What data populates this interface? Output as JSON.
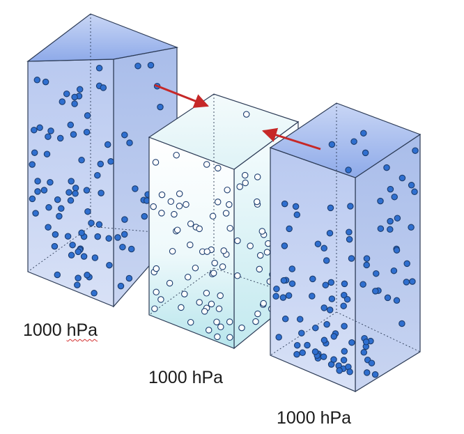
{
  "columns": [
    {
      "id": "left",
      "pressure_value": "1000",
      "pressure_unit": "hPa",
      "fill": "blue-gradient",
      "particle_color": "#2f6fcf",
      "spellcheck_underline_on_unit": true
    },
    {
      "id": "middle",
      "pressure_value": "1000",
      "pressure_unit": "hPa",
      "fill": "cyan-gradient",
      "particle_color": "#ffffff",
      "spellcheck_underline_on_unit": false
    },
    {
      "id": "right",
      "pressure_value": "1000",
      "pressure_unit": "hPa",
      "fill": "blue-gradient",
      "particle_color": "#2f6fcf",
      "spellcheck_underline_on_unit": false
    }
  ],
  "arrows": [
    {
      "from": "left",
      "to": "middle",
      "color": "#c62828"
    },
    {
      "from": "right",
      "to": "middle",
      "color": "#c62828"
    }
  ],
  "colors": {
    "box_outline": "#2b3a55",
    "blue_top": "#9fb6ee",
    "blue_face": "#c6d3f2",
    "cyan_top": "#e9f7f9",
    "cyan_bottom": "#bfe7ee",
    "particle_outline": "#1b3c6e"
  }
}
